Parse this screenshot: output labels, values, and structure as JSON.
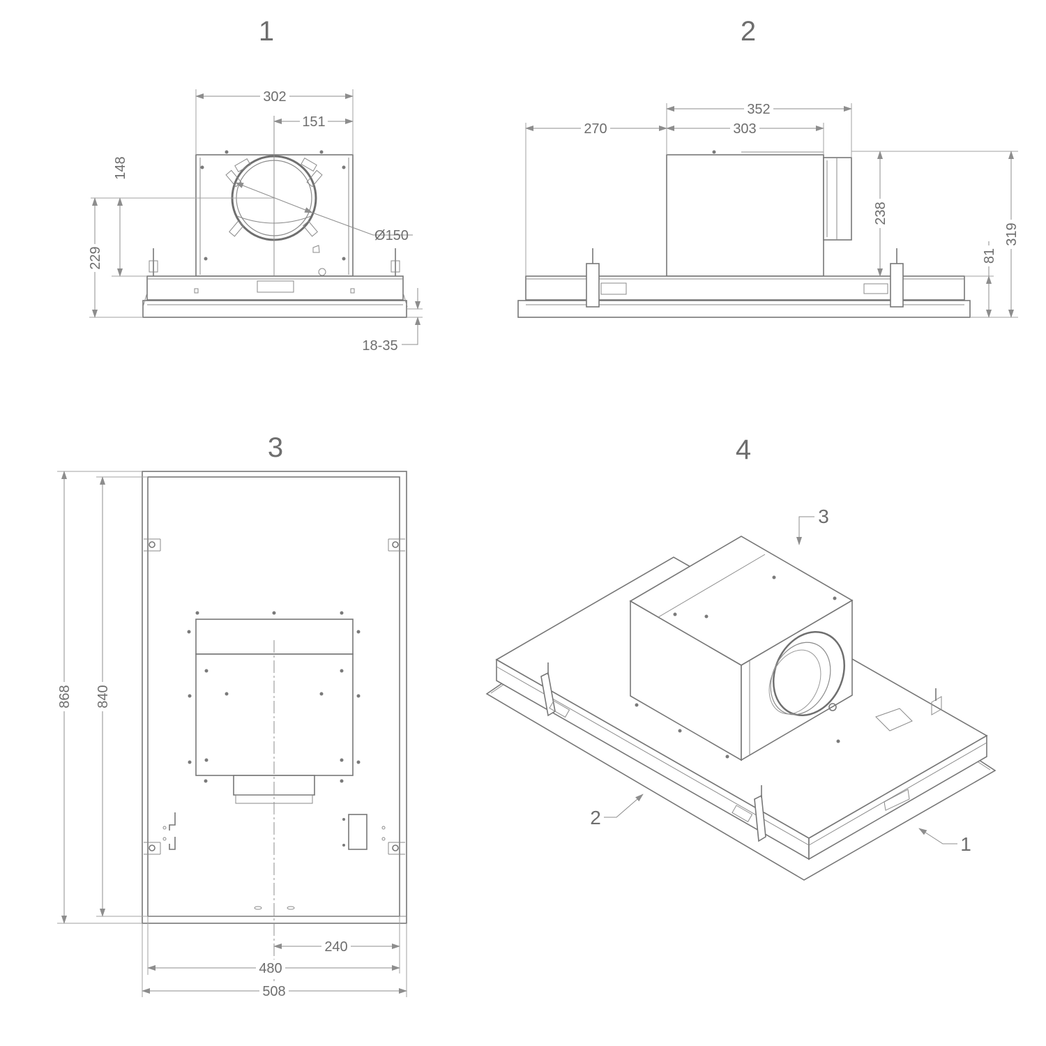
{
  "views": {
    "front": {
      "label": "1"
    },
    "side": {
      "label": "2"
    },
    "bottom": {
      "label": "3"
    },
    "iso": {
      "label": "4"
    }
  },
  "dimensions": {
    "front_width": "302",
    "front_half": "151",
    "front_dia": "150",
    "front_148": "148",
    "front_229": "229",
    "front_range": "18-35",
    "side_270": "270",
    "side_352": "352",
    "side_303": "303",
    "side_238": "238",
    "side_319": "319",
    "side_81": "81",
    "bottom_868": "868",
    "bottom_840": "840",
    "bottom_240": "240",
    "bottom_480": "480",
    "bottom_508": "508"
  },
  "callouts": {
    "c1": "1",
    "c2": "2",
    "c3": "3"
  },
  "diameter_symbol": "Ø"
}
